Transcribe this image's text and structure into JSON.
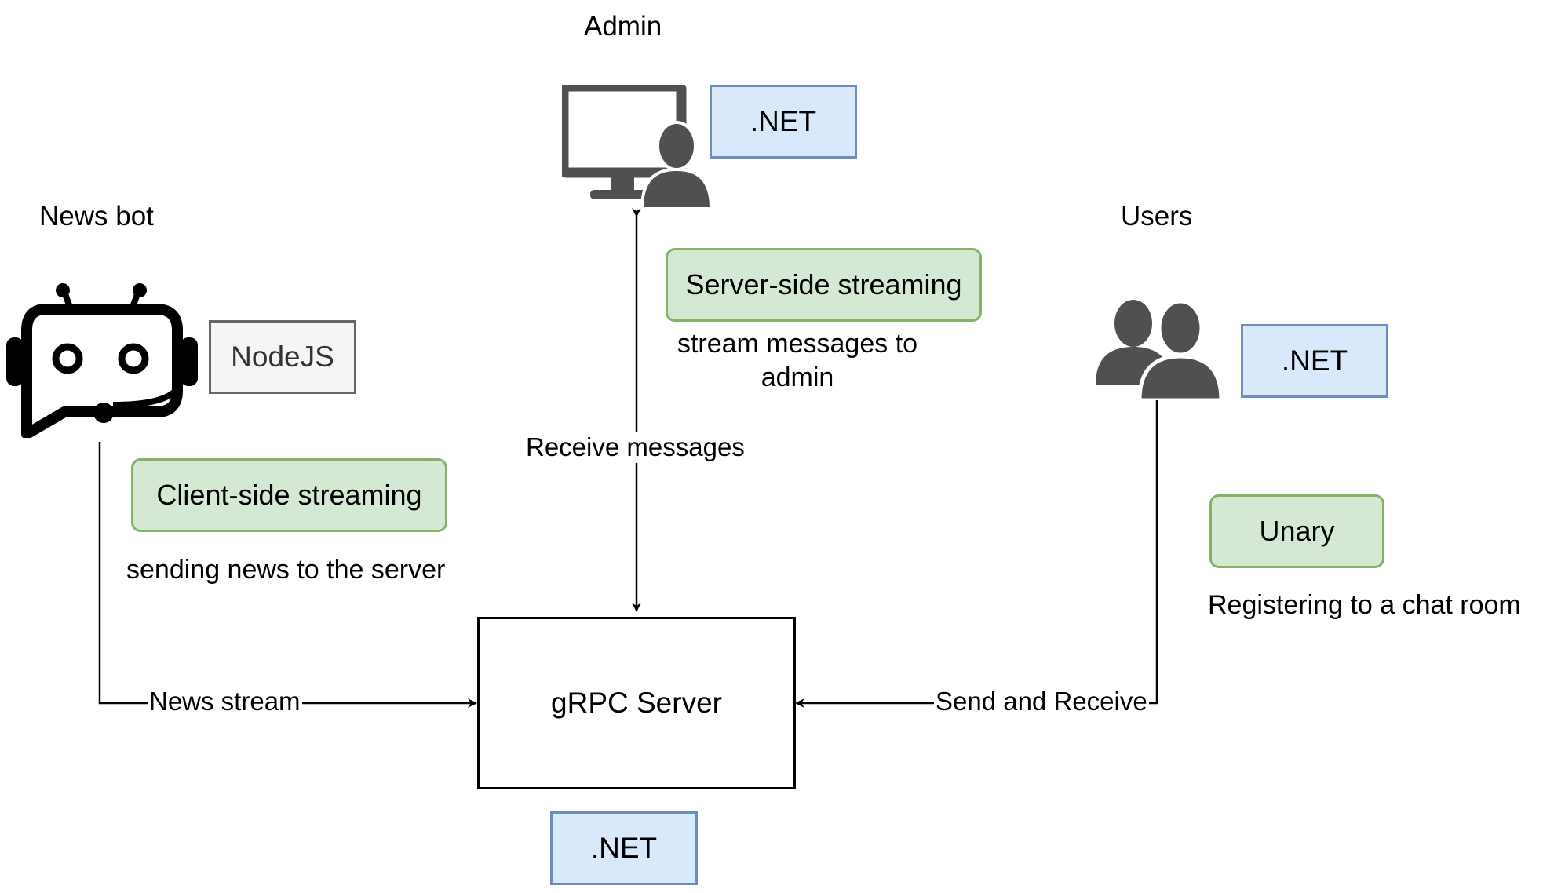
{
  "actors": {
    "admin": {
      "title": "Admin",
      "tech": ".NET",
      "icon": "admin-computer-icon"
    },
    "news_bot": {
      "title": "News bot",
      "tech": "NodeJS",
      "icon": "robot-icon"
    },
    "users": {
      "title": "Users",
      "tech": ".NET",
      "icon": "users-icon"
    }
  },
  "server": {
    "label": "gRPC Server",
    "tech": ".NET"
  },
  "patterns": {
    "client_streaming": {
      "label": "Client-side streaming",
      "description": "sending news to the server"
    },
    "server_streaming": {
      "label": "Server-side streaming",
      "description_line1": "stream messages to",
      "description_line2": "admin"
    },
    "unary": {
      "label": "Unary",
      "description": "Registering to a chat room"
    }
  },
  "edges": {
    "news_stream": "News stream",
    "receive_messages": "Receive messages",
    "send_receive": "Send and Receive"
  },
  "colors": {
    "tech_net_fill": "#dae8fc",
    "tech_net_border": "#6c8ebf",
    "tech_node_fill": "#f5f5f5",
    "tech_node_border": "#666666",
    "pattern_fill": "#d5e8d4",
    "pattern_border": "#82b366",
    "icon_gray": "#505050"
  }
}
